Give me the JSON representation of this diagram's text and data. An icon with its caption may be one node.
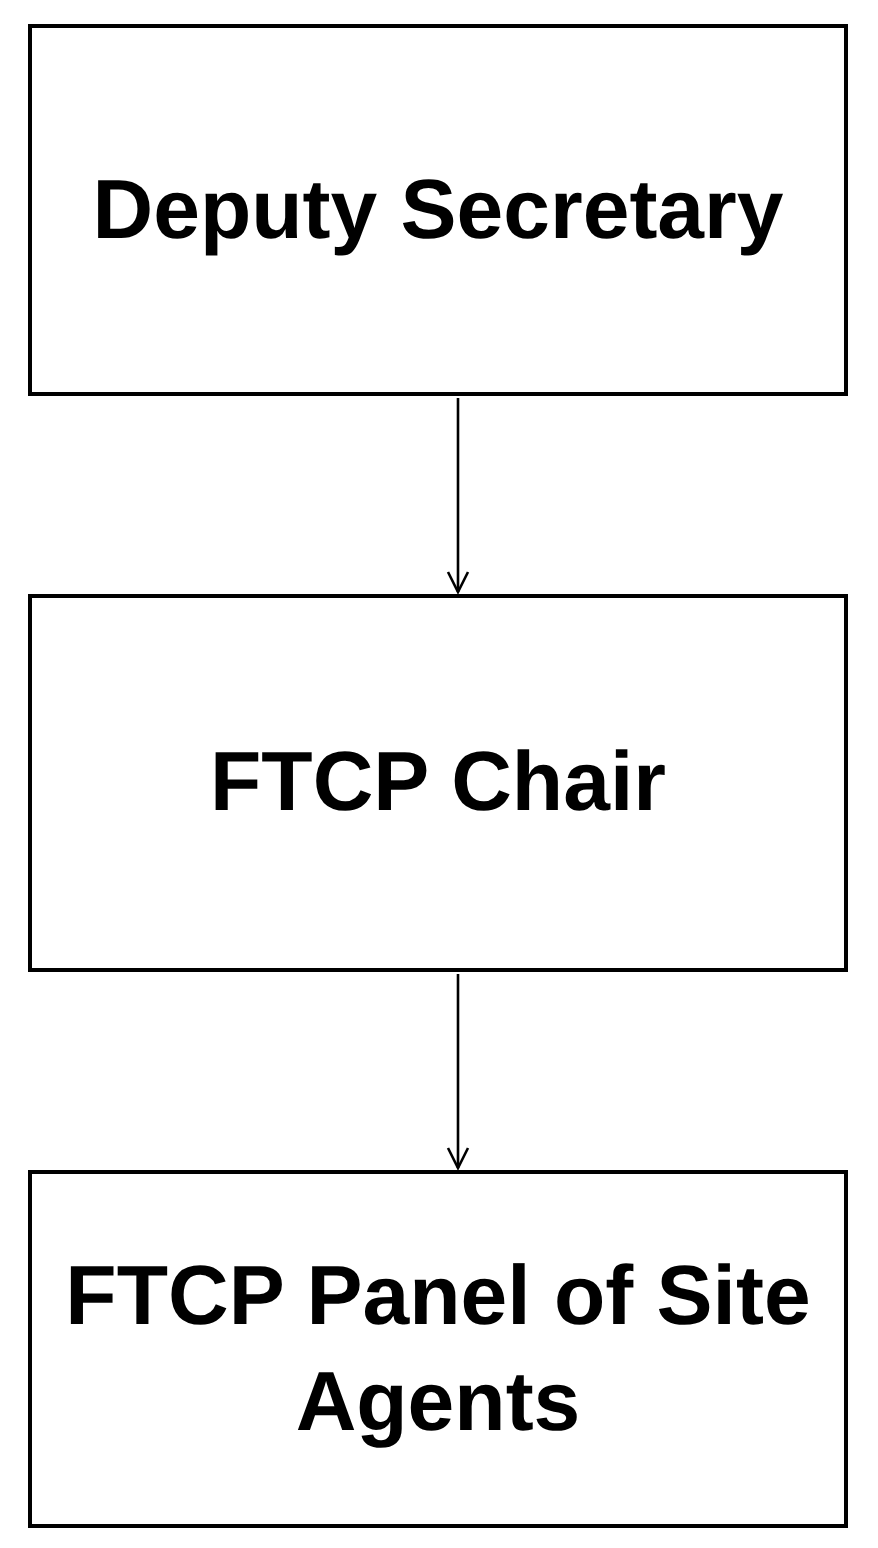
{
  "diagram": {
    "nodes": [
      {
        "text": [
          "Deputy Secretary"
        ]
      },
      {
        "text": [
          "FTCP Chair"
        ]
      },
      {
        "text": [
          "FTCP Panel of Site Agents"
        ]
      }
    ],
    "edges": [
      {
        "from": 0,
        "to": 1,
        "arrow": "to"
      },
      {
        "from": 1,
        "to": 2,
        "arrow": "to"
      }
    ]
  }
}
